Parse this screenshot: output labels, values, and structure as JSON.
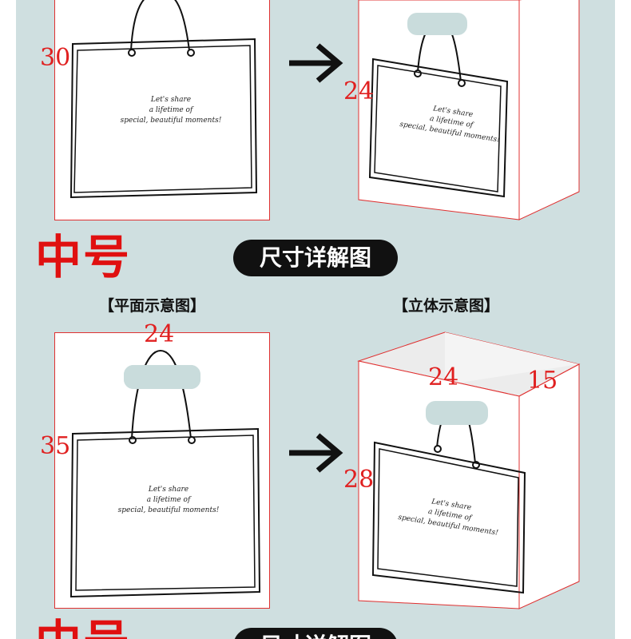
{
  "sections": [
    {
      "size_label": "中号",
      "heading": "尺寸详解图",
      "flat_caption": "【平面示意图】",
      "stereo_caption": "【立体示意图】"
    }
  ],
  "top_bag": {
    "flat_height": "30",
    "stereo_height": "24",
    "slogan": [
      "Let's share",
      "a lifetime of",
      "special, beautiful moments!"
    ]
  },
  "bottom_bag": {
    "flat_width": "24",
    "flat_height": "35",
    "stereo_width": "24",
    "stereo_depth": "15",
    "stereo_height": "28",
    "slogan": [
      "Let's share",
      "a lifetime of",
      "special, beautiful moments!"
    ]
  },
  "next_section": {
    "size_label": "中号",
    "heading": "尺寸详解图"
  },
  "colors": {
    "panel_bg": "#cfdfe0",
    "dimension_red": "#e02020",
    "pill_bg": "#111111"
  }
}
